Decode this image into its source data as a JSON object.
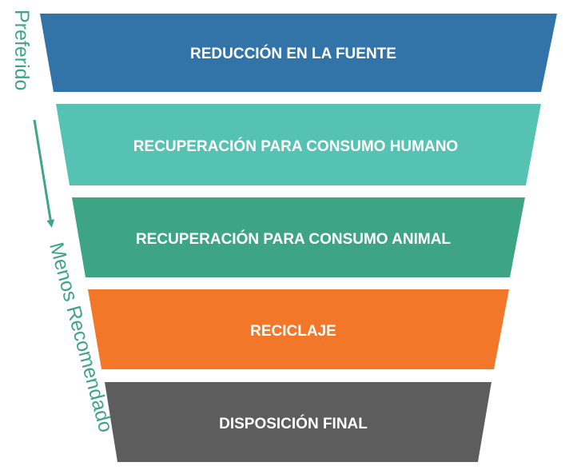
{
  "diagram": {
    "tiers": [
      {
        "label": "REDUCCIÓN EN LA FUENTE",
        "color": "#3274a8"
      },
      {
        "label": "RECUPERACIÓN PARA CONSUMO HUMANO",
        "color": "#56c2b4"
      },
      {
        "label": "RECUPERACIÓN PARA CONSUMO ANIMAL",
        "color": "#3ea584"
      },
      {
        "label": "RECICLAJE",
        "color": "#f27728"
      },
      {
        "label": "DISPOSICIÓN FINAL",
        "color": "#5c5d5c"
      }
    ],
    "side": {
      "top_label": "Preferido",
      "bottom_label": "Menos Recomendado",
      "color": "#3fa48a"
    }
  }
}
